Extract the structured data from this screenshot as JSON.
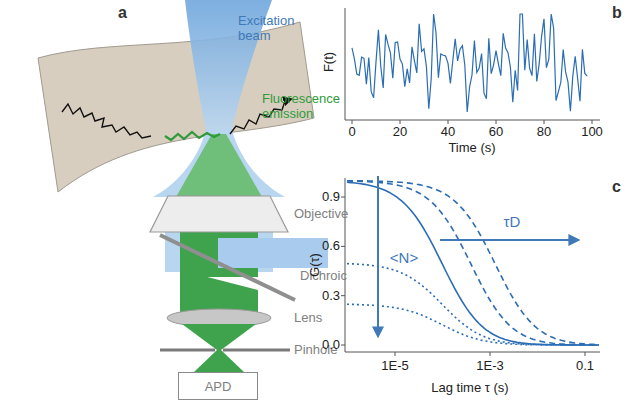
{
  "diagram": {
    "nodes": [
      {
        "text": [
          "APD"
        ]
      }
    ],
    "labels": [
      "a",
      "Excitation beam",
      "Fluorescence emission",
      "Objective",
      "Dichroic",
      "Lens",
      "Pinhole",
      "b",
      "F(t)",
      "Time (s)",
      "0",
      "20",
      "40",
      "60",
      "80",
      "100",
      "c",
      "G(τ)",
      "0.9",
      "0.6",
      "0.3",
      "0.0",
      "1E-5",
      "1E-3",
      "0.1",
      "Lag time τ (s)",
      "τD",
      "<N>"
    ]
  }
}
